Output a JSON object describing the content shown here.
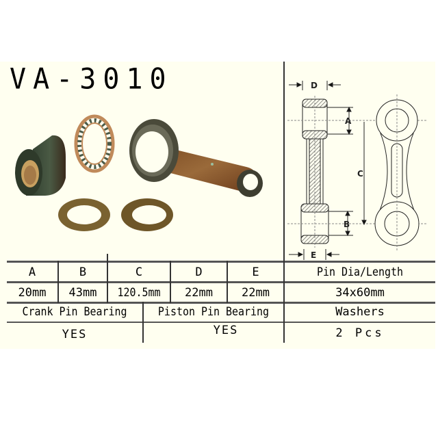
{
  "product": {
    "code": "VA-3010"
  },
  "photo": {
    "items": [
      "piston-pin-bearing",
      "crank-pin-bearing",
      "connecting-rod",
      "washer",
      "washer"
    ],
    "colors": {
      "rod": "#8a5a30",
      "steel": "#4a4a3a",
      "bronze": "#a07a3a",
      "washer": "#7a6230"
    }
  },
  "drawing": {
    "labels": {
      "d": "D",
      "a": "A",
      "c": "C",
      "b": "B",
      "e": "E"
    }
  },
  "spec_table": {
    "headers": [
      "A",
      "B",
      "C",
      "D",
      "E",
      "Pin Dia/Length"
    ],
    "values": [
      "20mm",
      "43mm",
      "120.5mm",
      "22mm",
      "22mm",
      "34x60mm"
    ],
    "included_headers": [
      "Crank Pin Bearing",
      "Piston Pin Bearing",
      "Washers"
    ],
    "included_values": [
      "YES",
      "YES",
      "2 Pcs"
    ]
  },
  "colors": {
    "background": "#fffff0",
    "lines": "#444444"
  }
}
